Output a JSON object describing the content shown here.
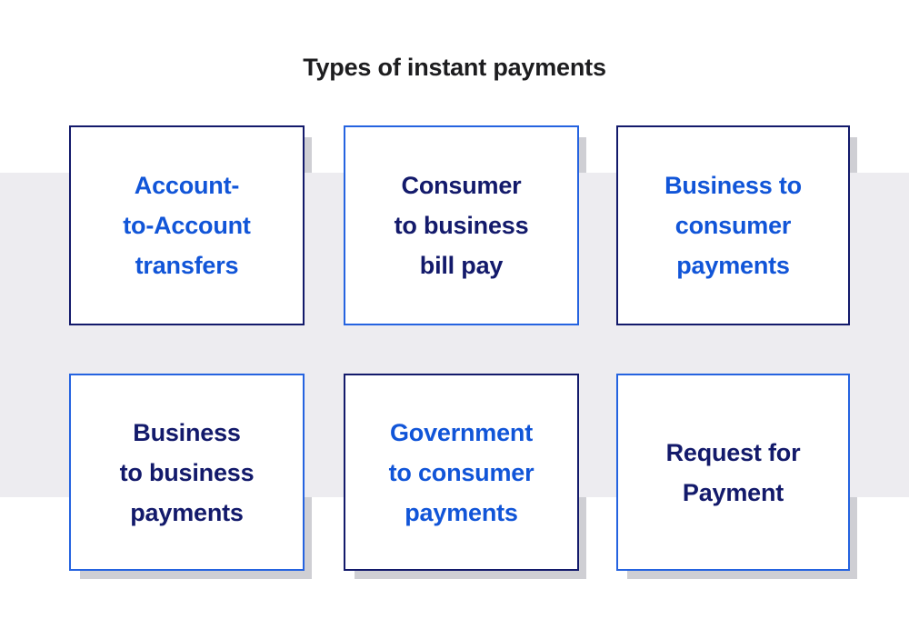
{
  "title": "Types of instant payments",
  "colors": {
    "background": "#ffffff",
    "band": "#edecf0",
    "shadow": "#cfcfd4",
    "navy": "#131a6b",
    "blue": "#1155d8",
    "border_blue": "#2563e0",
    "title_text": "#1d1d1f"
  },
  "cards": [
    {
      "label": "Account-\nto-Account\ntransfers",
      "border_style": "navy",
      "text_style": "blue"
    },
    {
      "label": "Consumer\nto business\nbill pay",
      "border_style": "blue",
      "text_style": "navy"
    },
    {
      "label": "Business to\nconsumer\npayments",
      "border_style": "navy",
      "text_style": "blue"
    },
    {
      "label": "Business\nto business\npayments",
      "border_style": "blue",
      "text_style": "navy"
    },
    {
      "label": "Government\nto consumer\npayments",
      "border_style": "navy",
      "text_style": "blue"
    },
    {
      "label": "Request for\nPayment",
      "border_style": "blue",
      "text_style": "navy"
    }
  ]
}
